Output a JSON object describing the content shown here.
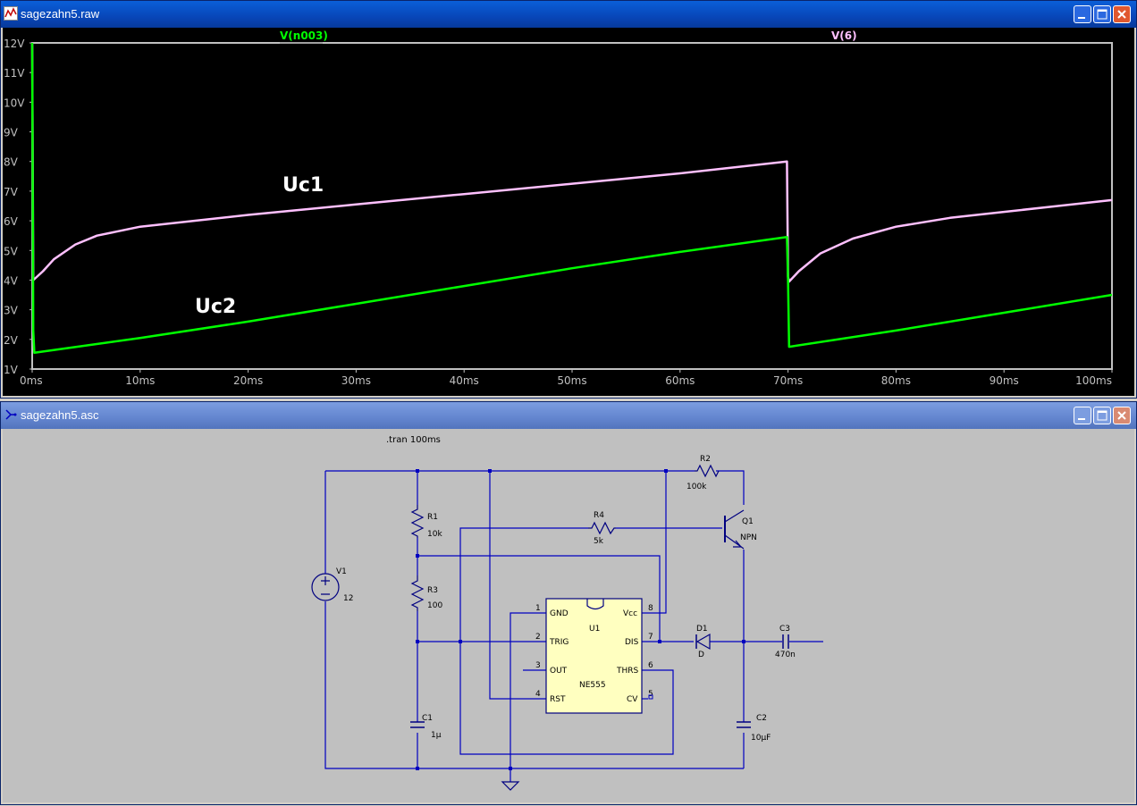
{
  "plot_window": {
    "title": "sagezahn5.raw",
    "trace_labels": [
      {
        "name": "V(n003)",
        "color": "#00ff00"
      },
      {
        "name": "V(6)",
        "color": "#ffc0ff"
      }
    ],
    "annotations": [
      "Uc1",
      "Uc2"
    ]
  },
  "chart_data": {
    "type": "line",
    "x_unit": "ms",
    "y_unit": "V",
    "xlim": [
      0,
      100
    ],
    "ylim": [
      1,
      12
    ],
    "x_ticks": [
      "0ms",
      "10ms",
      "20ms",
      "30ms",
      "40ms",
      "50ms",
      "60ms",
      "70ms",
      "80ms",
      "90ms",
      "100ms"
    ],
    "y_ticks": [
      "1V",
      "2V",
      "3V",
      "4V",
      "5V",
      "6V",
      "7V",
      "8V",
      "9V",
      "10V",
      "11V",
      "12V"
    ],
    "grid": false,
    "series": [
      {
        "name": "V(6)",
        "color": "#ffc0ff",
        "x": [
          0,
          0.1,
          1,
          2,
          4,
          6,
          10,
          15,
          20,
          30,
          40,
          50,
          60,
          69.9,
          70,
          70.1,
          71,
          73,
          76,
          80,
          85,
          90,
          95,
          100
        ],
        "y": [
          12,
          4.0,
          4.3,
          4.7,
          5.2,
          5.5,
          5.8,
          6.0,
          6.2,
          6.55,
          6.9,
          7.25,
          7.6,
          8.0,
          4.1,
          3.95,
          4.3,
          4.9,
          5.4,
          5.8,
          6.1,
          6.3,
          6.5,
          6.7
        ]
      },
      {
        "name": "V(n003)",
        "color": "#00ff00",
        "x": [
          0,
          0.1,
          0.2,
          10,
          20,
          30,
          40,
          50,
          60,
          69.9,
          70,
          70.1,
          80,
          90,
          100
        ],
        "y": [
          12,
          2.3,
          1.55,
          2.05,
          2.6,
          3.2,
          3.8,
          4.4,
          4.95,
          5.45,
          4.0,
          1.75,
          2.3,
          2.9,
          3.5
        ]
      }
    ]
  },
  "schematic_window": {
    "title": "sagezahn5.asc",
    "directive": ".tran 100ms",
    "components": {
      "V1": {
        "name": "V1",
        "value": "12"
      },
      "R1": {
        "name": "R1",
        "value": "10k"
      },
      "R2": {
        "name": "R2",
        "value": "100k"
      },
      "R3": {
        "name": "R3",
        "value": "100"
      },
      "R4": {
        "name": "R4",
        "value": "5k"
      },
      "C1": {
        "name": "C1",
        "value": "1µ"
      },
      "C2": {
        "name": "C2",
        "value": "10µF"
      },
      "C3": {
        "name": "C3",
        "value": "470n"
      },
      "D1": {
        "name": "D1",
        "value": "D"
      },
      "Q1": {
        "name": "Q1",
        "value": "NPN"
      },
      "U1": {
        "name": "U1",
        "value": "NE555"
      }
    },
    "ic_pins": {
      "gnd": "GND",
      "trig": "TRIG",
      "out": "OUT",
      "rst": "RST",
      "vcc": "Vcc",
      "dis": "DIS",
      "thrs": "THRS",
      "cv": "CV",
      "n1": "1",
      "n2": "2",
      "n3": "3",
      "n4": "4",
      "n5": "5",
      "n6": "6",
      "n7": "7",
      "n8": "8"
    }
  },
  "colors": {
    "wire": "#0000c0",
    "component": "#000080",
    "ic_fill": "#ffffc0",
    "plot_bg": "#000000",
    "plot_frame": "#c0c0c0",
    "axis_text": "#c0c0c0"
  }
}
